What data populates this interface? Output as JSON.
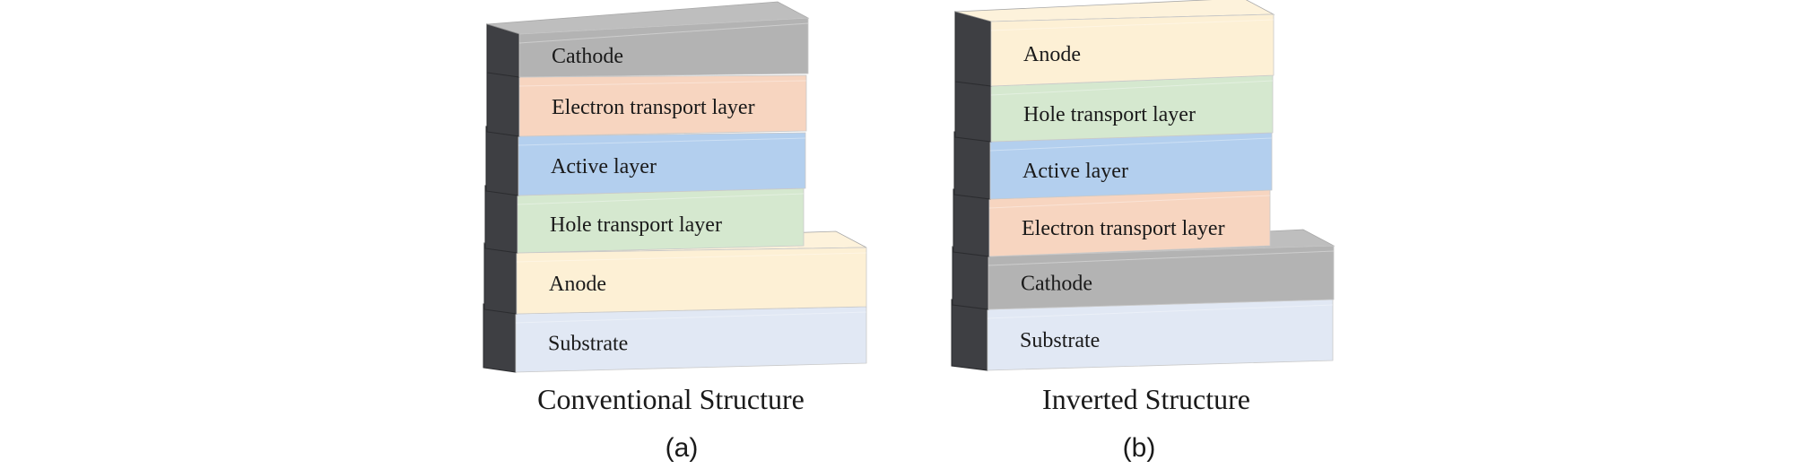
{
  "panels": [
    {
      "title": "Conventional Structure",
      "tag": "(a)",
      "layers_top_to_bottom": [
        {
          "label": "Cathode",
          "color": "#b3b3b3"
        },
        {
          "label": "Electron transport layer",
          "color": "#f7d5c0"
        },
        {
          "label": "Active layer",
          "color": "#b3cfee"
        },
        {
          "label": "Hole transport layer",
          "color": "#d5e8cf"
        },
        {
          "label": "Anode",
          "color": "#fdf0d5"
        },
        {
          "label": "Substrate",
          "color": "#e1e8f4"
        }
      ]
    },
    {
      "title": "Inverted Structure",
      "tag": "(b)",
      "layers_top_to_bottom": [
        {
          "label": "Anode",
          "color": "#fdf0d5"
        },
        {
          "label": "Hole transport layer",
          "color": "#d5e8cf"
        },
        {
          "label": "Active layer",
          "color": "#b3cfee"
        },
        {
          "label": "Electron transport layer",
          "color": "#f7d5c0"
        },
        {
          "label": "Cathode",
          "color": "#b3b3b3"
        },
        {
          "label": "Substrate",
          "color": "#e1e8f4"
        }
      ]
    }
  ],
  "colors": {
    "side_face": "#3e3f43",
    "side_face_edge": "#2b2c2f",
    "text": "#1a1a1a"
  }
}
